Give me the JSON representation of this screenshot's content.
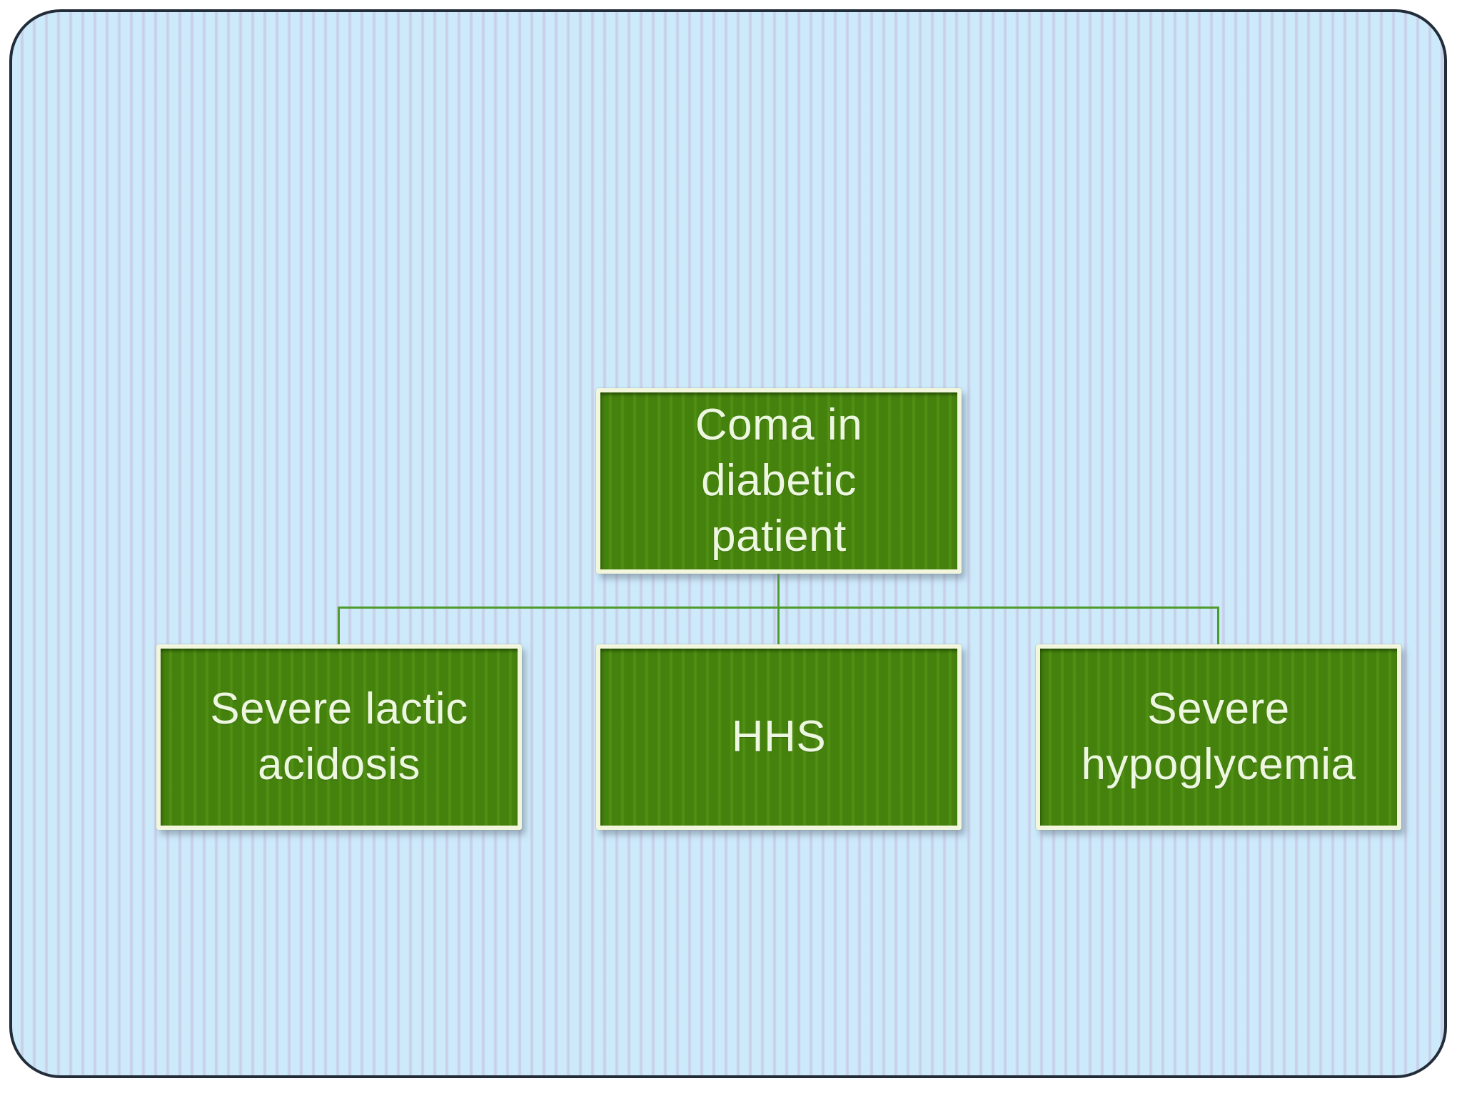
{
  "slide": {
    "background_color": "#cdeafb",
    "stripe_color": "#c8d0e8",
    "border_color": "#232d3a"
  },
  "diagram": {
    "type": "hierarchy",
    "connector_color": "#4f9b2d",
    "node_fill": "#45810d",
    "node_stripe": "#509014",
    "node_border_color": "#f1f6dd",
    "node_text_color": "#edf7e0",
    "root": {
      "label": "Coma in diabetic patient",
      "lines": [
        "Coma in",
        "diabetic",
        "patient"
      ]
    },
    "children": [
      {
        "label": "Severe lactic acidosis",
        "lines": [
          "Severe lactic",
          "acidosis"
        ]
      },
      {
        "label": "HHS",
        "lines": [
          "HHS"
        ]
      },
      {
        "label": "Severe hypoglycemia",
        "lines": [
          "Severe",
          "hypoglycemia"
        ]
      }
    ]
  }
}
